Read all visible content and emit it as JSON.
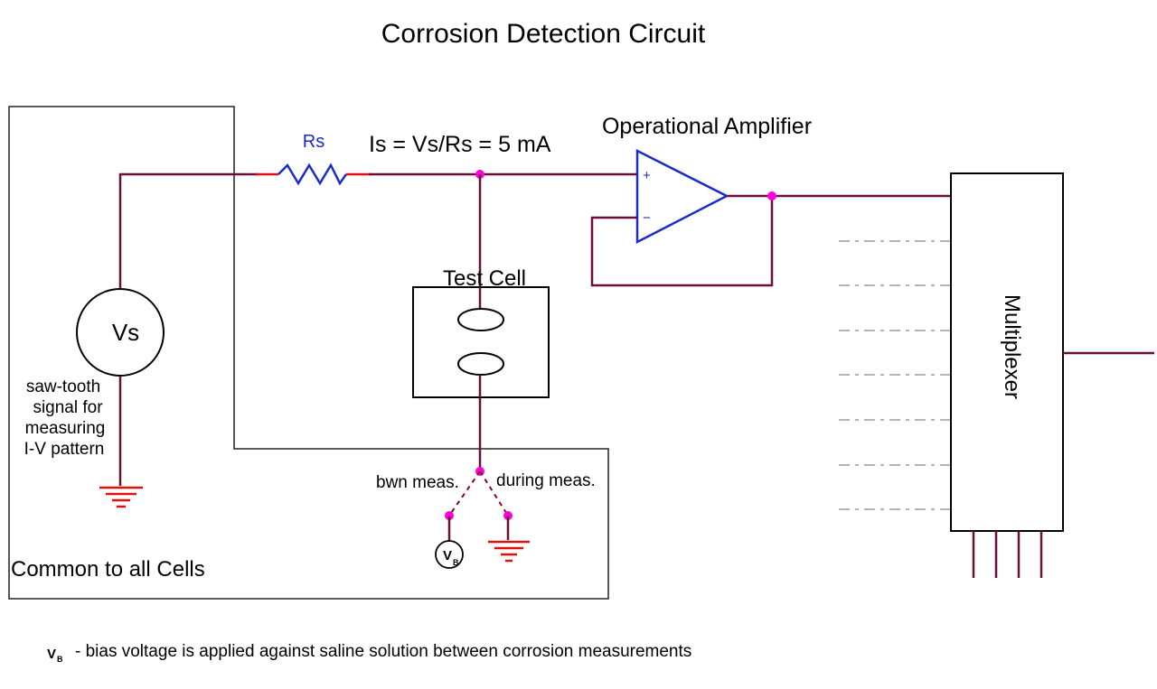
{
  "title": "Corrosion Detection Circuit",
  "resistor": {
    "label": "Rs"
  },
  "current": {
    "label": "Is = Vs/Rs = 5 mA"
  },
  "amplifier": {
    "label": "Operational Amplifier",
    "plus": "+",
    "minus": "−"
  },
  "test_cell": {
    "label": "Test Cell"
  },
  "source": {
    "label": "Vs",
    "note": [
      "saw-tooth",
      "signal for",
      "measuring",
      "I-V pattern"
    ]
  },
  "switch": {
    "left_label": "bwn meas.",
    "right_label": "during meas."
  },
  "bias": {
    "symbol_main": "V",
    "symbol_sub": "B"
  },
  "common_box": {
    "label": "Common to all Cells"
  },
  "multiplexer": {
    "label": "Multiplexer"
  },
  "footnote": {
    "symbol_main": "V",
    "symbol_sub": "B",
    "text": "- bias voltage is applied against saline solution between corrosion measurements"
  },
  "colors": {
    "wire": "#6b0f3a",
    "resistor": "#1a2bc7",
    "ground": "#e01010",
    "node": "#ff00dd",
    "opamp": "#1a2bc7"
  }
}
